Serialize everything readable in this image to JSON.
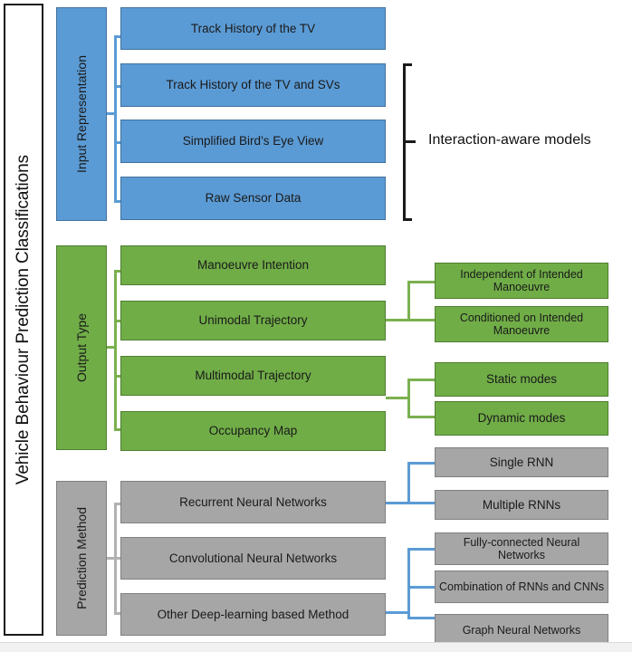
{
  "figure": {
    "main_title": "Vehicle Behaviour Prediction Classifications",
    "colors": {
      "blue": "#5B9BD5",
      "green": "#70AD47",
      "gray": "#A6A6A6",
      "text": "#1a1a1a",
      "background": "#ffffff"
    }
  },
  "groups": [
    {
      "id": "input-representation",
      "category_label": "Input Representation",
      "color": "blue",
      "items": [
        {
          "label": "Track History of the TV"
        },
        {
          "label": "Track History of the TV and SVs"
        },
        {
          "label": "Simplified Bird’s Eye View"
        },
        {
          "label": "Raw Sensor Data"
        }
      ],
      "annotation": "Interaction-aware models"
    },
    {
      "id": "output-type",
      "category_label": "Output Type",
      "color": "green",
      "items": [
        {
          "label": "Manoeuvre Intention",
          "children": []
        },
        {
          "label": "Unimodal Trajectory",
          "children": [
            {
              "label": "Independent of Intended Manoeuvre"
            },
            {
              "label": "Conditioned on Intended Manoeuvre"
            }
          ]
        },
        {
          "label": "Multimodal Trajectory",
          "children": [
            {
              "label": "Static modes"
            },
            {
              "label": "Dynamic modes"
            }
          ]
        },
        {
          "label": "Occupancy Map",
          "children": []
        }
      ]
    },
    {
      "id": "prediction-method",
      "category_label": "Prediction Method",
      "color": "gray",
      "items": [
        {
          "label": "Recurrent Neural Networks",
          "children": [
            {
              "label": "Single RNN"
            },
            {
              "label": "Multiple RNNs"
            }
          ]
        },
        {
          "label": "Convolutional Neural Networks",
          "children": []
        },
        {
          "label": "Other Deep-learning based Method",
          "children": [
            {
              "label": "Fully-connected Neural Networks"
            },
            {
              "label": "Combination of RNNs and CNNs"
            },
            {
              "label": "Graph Neural Networks"
            }
          ]
        }
      ]
    }
  ]
}
